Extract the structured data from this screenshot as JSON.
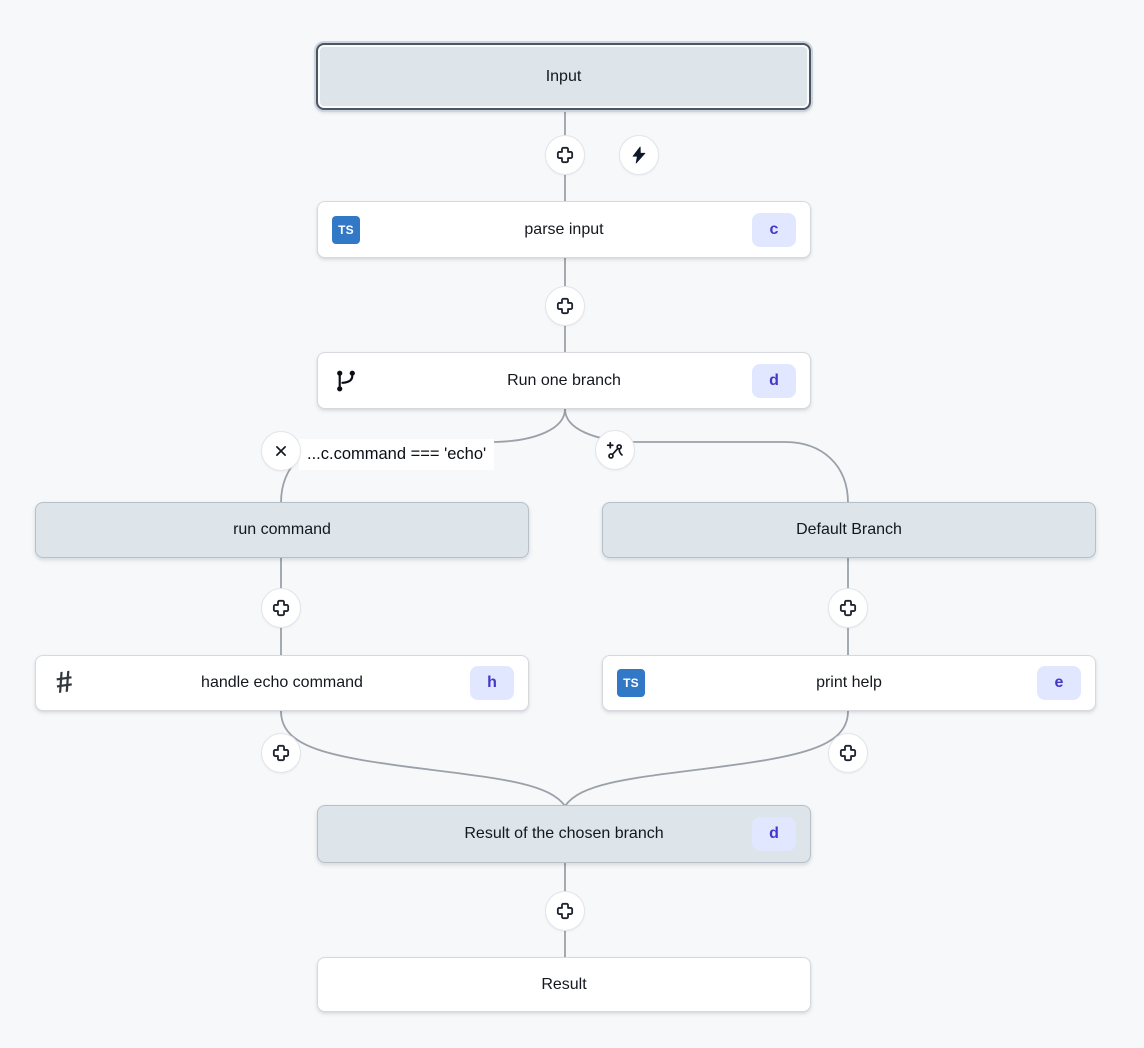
{
  "app": {
    "title": "Flow graph editor"
  },
  "colors": {
    "canvas_bg": "#f6f8fa",
    "virtual_node_bg": "#dde4ea",
    "script_node_bg": "#ffffff",
    "edge": "#9aa1a9",
    "badge_bg": "#e0e7ff",
    "badge_text": "#4338ca",
    "typescript_blue": "#3178c6",
    "selected_border": "#4b5563"
  },
  "nodes": {
    "input": {
      "label": "Input"
    },
    "parse_input": {
      "label": "parse input",
      "badge": "c",
      "icon": "typescript-icon",
      "icon_label": "TS"
    },
    "run_one_branch": {
      "label": "Run one branch",
      "badge": "d",
      "icon": "git-branch-icon"
    },
    "run_command": {
      "label": "run command"
    },
    "default_branch": {
      "label": "Default Branch"
    },
    "handle_echo_command": {
      "label": "handle echo command",
      "badge": "h",
      "icon": "hash-icon",
      "icon_glyph": "#"
    },
    "print_help": {
      "label": "print help",
      "badge": "e",
      "icon": "typescript-icon",
      "icon_label": "TS"
    },
    "result_of_chosen_branch": {
      "label": "Result of the chosen branch",
      "badge": "d"
    },
    "result": {
      "label": "Result"
    }
  },
  "branch": {
    "condition": "...c.command === 'echo'"
  },
  "icons": {
    "plus": "add-step",
    "bolt": "trigger",
    "x": "stop-condition",
    "branch_add": "add-branch",
    "git_branch": "branch-all",
    "hash": "raw-script"
  }
}
